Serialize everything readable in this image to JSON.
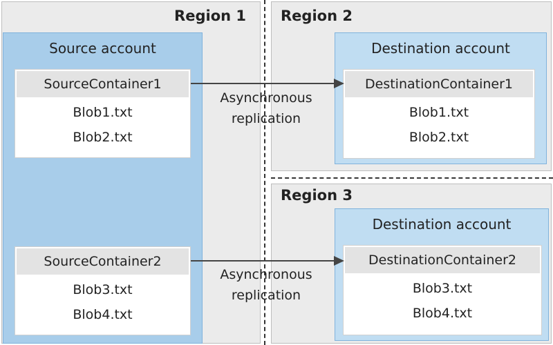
{
  "regions": {
    "r1": "Region 1",
    "r2": "Region 2",
    "r3": "Region 3"
  },
  "source": {
    "title": "Source account",
    "c1": {
      "name": "SourceContainer1",
      "blobs": [
        "Blob1.txt",
        "Blob2.txt"
      ]
    },
    "c2": {
      "name": "SourceContainer2",
      "blobs": [
        "Blob3.txt",
        "Blob4.txt"
      ]
    }
  },
  "dest1": {
    "title": "Destination account",
    "container": {
      "name": "DestinationContainer1",
      "blobs": [
        "Blob1.txt",
        "Blob2.txt"
      ]
    }
  },
  "dest2": {
    "title": "Destination account",
    "container": {
      "name": "DestinationContainer2",
      "blobs": [
        "Blob3.txt",
        "Blob4.txt"
      ]
    }
  },
  "arrows": {
    "label1": "Asynchronous",
    "label2": "replication"
  },
  "colors": {
    "source": "#a8cdea",
    "destination": "#c0ddf2",
    "region": "#ebebeb"
  }
}
